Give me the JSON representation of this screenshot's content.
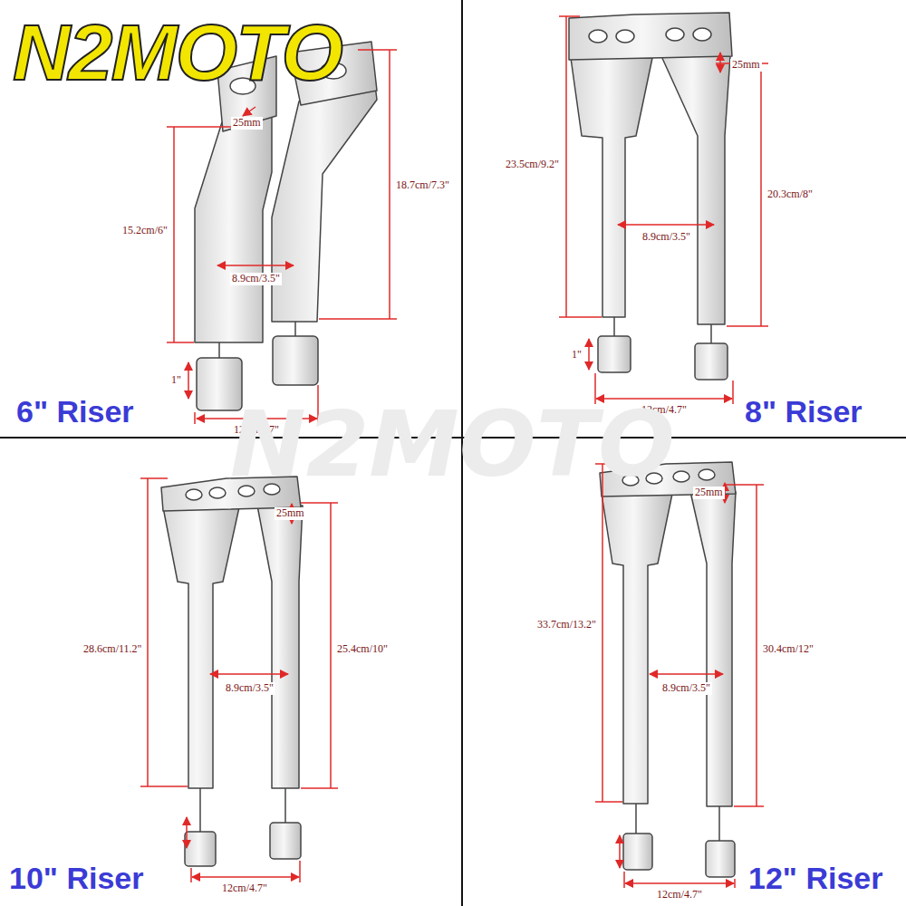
{
  "diagram": {
    "labels": [
      "N2MOTO",
      "25mm",
      "15.2cm/6\"",
      "18.7cm/7.3\"",
      "8.9cm/3.5\"",
      "1\"",
      "12cm/4.7\"",
      "6\" Riser",
      "23.5cm/9.2\"",
      "25mm",
      "20.3cm/8\"",
      "8.9cm/3.5\"",
      "1\"",
      "12cm/4.7\"",
      "8\" Riser",
      "28.6cm/11.2\"",
      "25mm",
      "25.4cm/10\"",
      "8.9cm/3.5\"",
      "12cm/4.7\"",
      "10\" Riser",
      "33.7cm/13.2\"",
      "25mm",
      "30.4cm/12\"",
      "8.9cm/3.5\"",
      "12cm/4.7\"",
      "12\" Riser",
      "N2MOTO"
    ]
  }
}
